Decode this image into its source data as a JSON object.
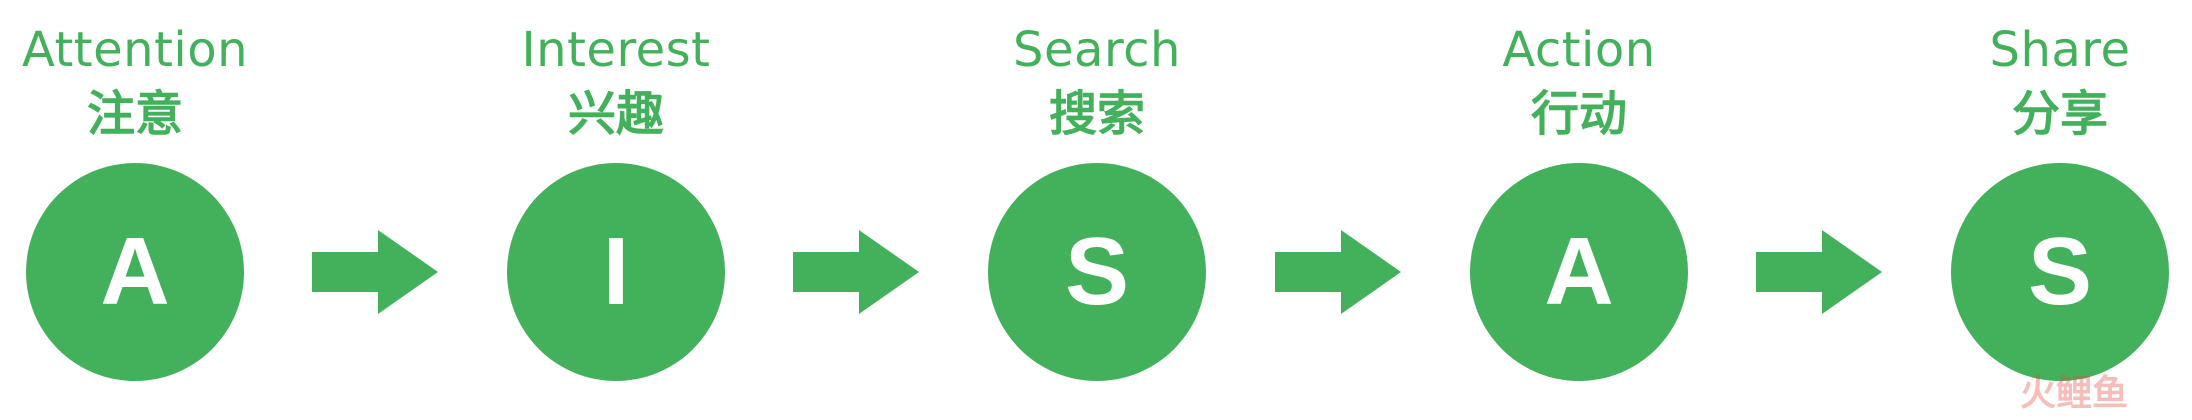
{
  "stages": [
    {
      "en": "Attention",
      "zh": "注意",
      "letter": "A"
    },
    {
      "en": "Interest",
      "zh": "兴趣",
      "letter": "I"
    },
    {
      "en": "Search",
      "zh": "搜索",
      "letter": "S"
    },
    {
      "en": "Action",
      "zh": "行动",
      "letter": "A"
    },
    {
      "en": "Share",
      "zh": "分享",
      "letter": "S"
    }
  ],
  "watermark": "火鲤鱼",
  "colors": {
    "primary_green": "#43b05c",
    "background": "#ffffff",
    "letter": "#ffffff",
    "watermark": "#e24a3b"
  },
  "icons": {
    "arrow": "right-arrow-icon"
  }
}
